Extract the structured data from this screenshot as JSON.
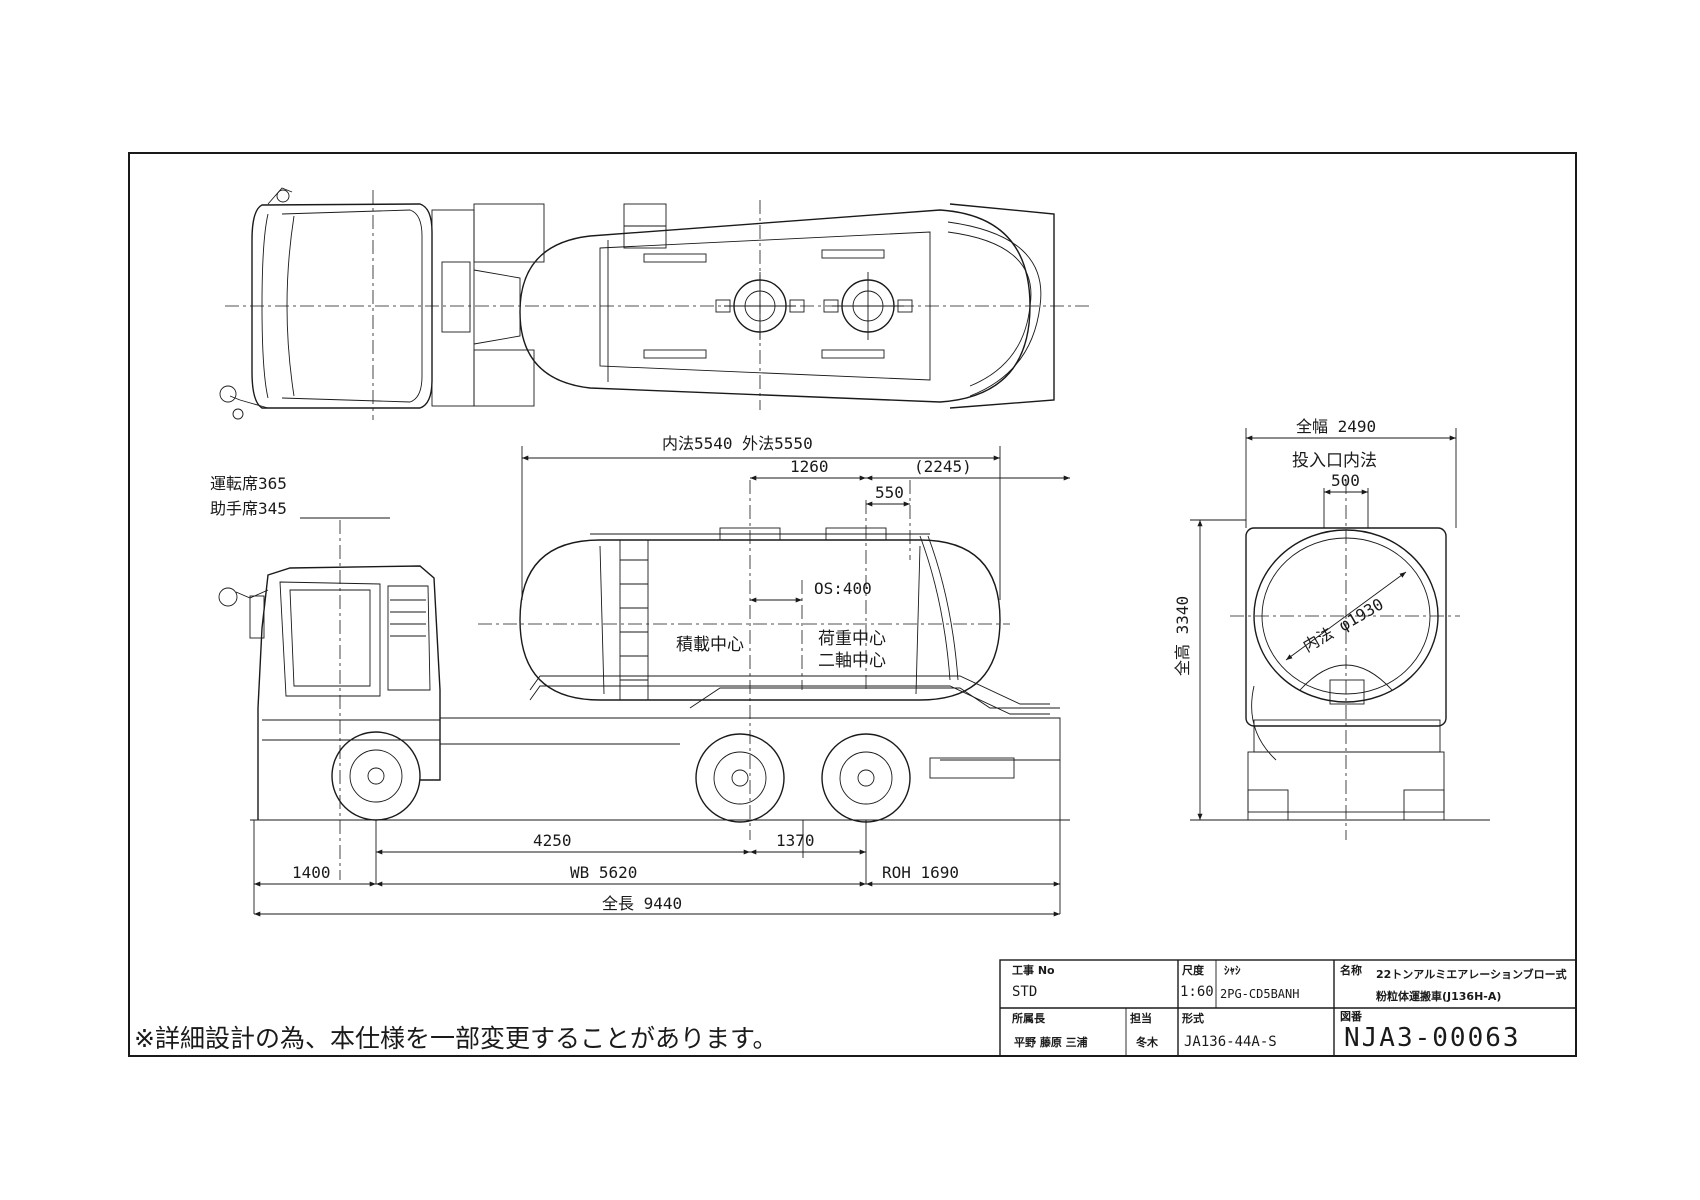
{
  "plan_view": {},
  "side_view": {
    "dims": {
      "tank_inner_outer": "内法5540 外法5550",
      "d_1260": "1260",
      "d_2245": "(2245)",
      "d_550": "550",
      "os": "OS:400",
      "seat_driver": "運転席365",
      "seat_assistant": "助手席345",
      "d_4250": "4250",
      "d_1370": "1370",
      "front_overhang": "1400",
      "wheelbase": "WB 5620",
      "rear_overhang": "ROH 1690",
      "overall_length": "全長 9440"
    },
    "labels": {
      "load_center": "積載中心",
      "cargo_center": "荷重中心",
      "axle_center": "二軸中心"
    }
  },
  "rear_view": {
    "width": "全幅 2490",
    "inlet_title": "投入口内法",
    "inlet": "500",
    "diameter": "内法 φ1930",
    "height": "全高 3340"
  },
  "note": "※詳細設計の為、本仕様を一部変更することがあります。",
  "title_block": {
    "job_no_label": "工事 No",
    "job_no": "STD",
    "scale_label": "尺度",
    "scale": "1:60",
    "chassis_label": "ｼｬｼ",
    "chassis": "2PG-CD5BANH",
    "name_label": "名称",
    "name_line1": "22トンアルミエアレーションブロー式",
    "name_line2": "粉粒体運搬車(J136H-A)",
    "dept_label": "所属長",
    "dept": "平野 藤原 三浦",
    "charge_label": "担当",
    "charge": "冬木",
    "model_label": "形式",
    "model": "JA136-44A-S",
    "drawing_label": "図番",
    "drawing_no": "NJA3-00063"
  }
}
